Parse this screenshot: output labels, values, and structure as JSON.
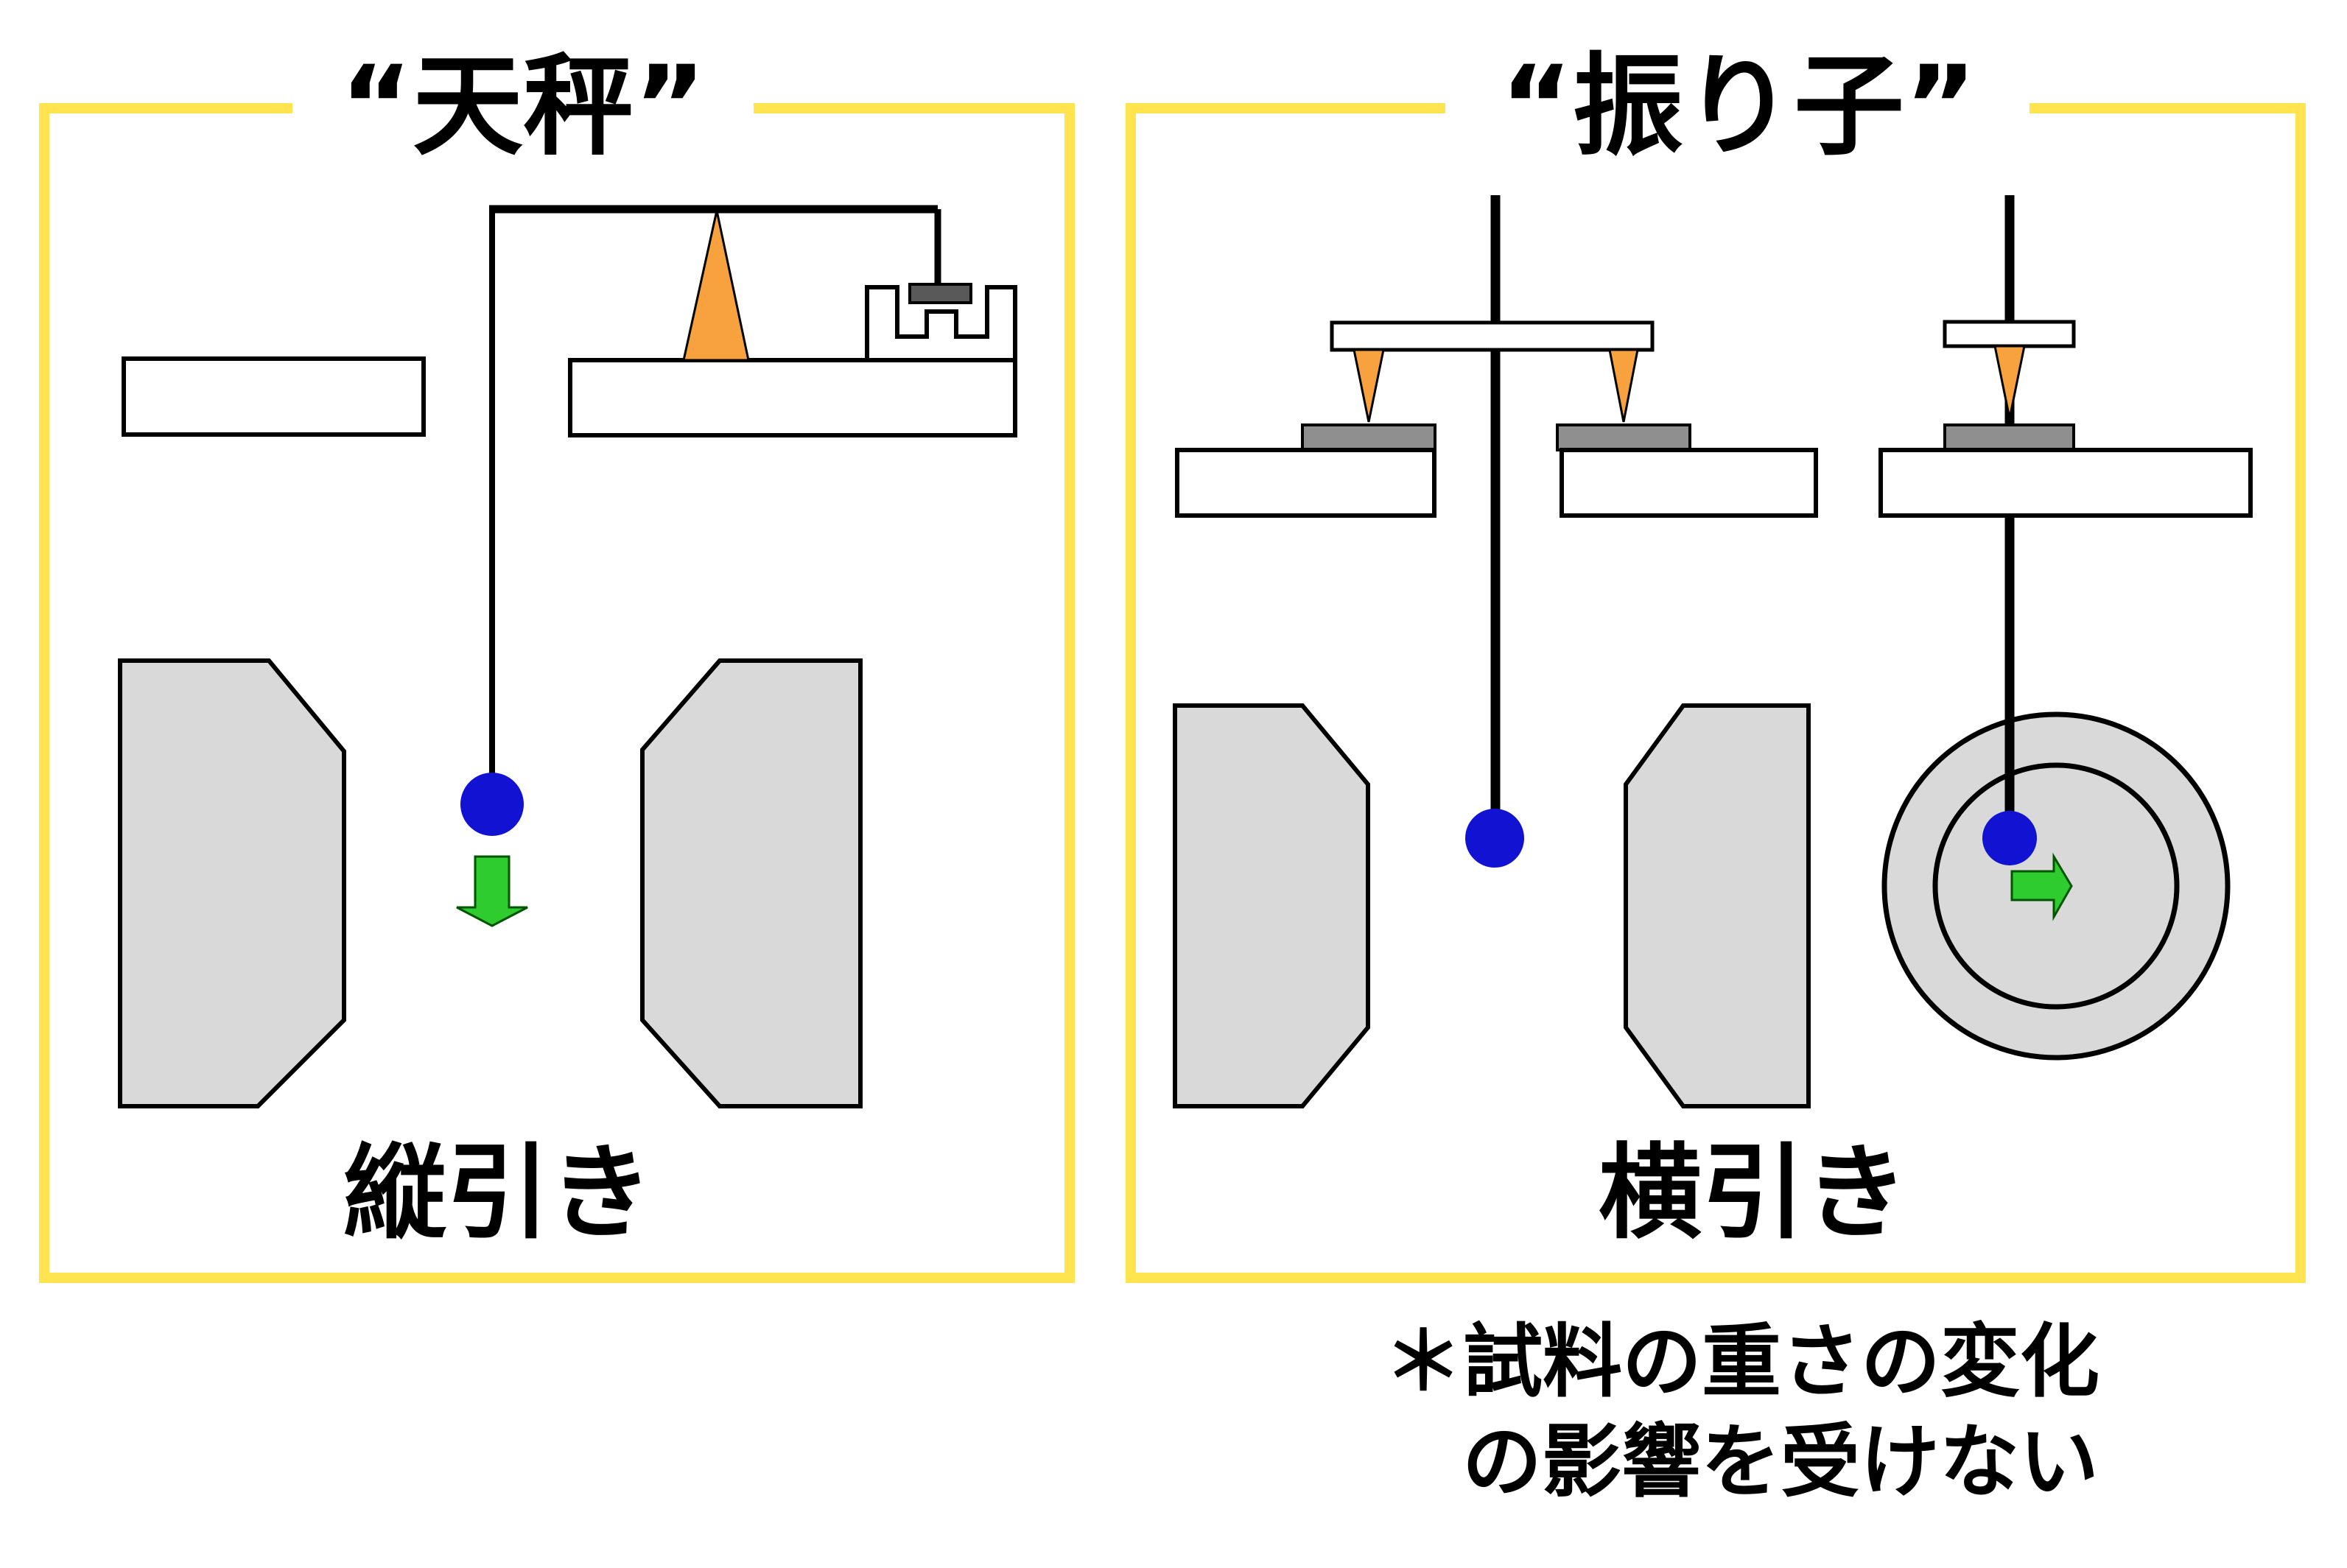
{
  "left_panel": {
    "title": "“天秤”",
    "caption": "縦引き"
  },
  "right_panel": {
    "title": "“振り子”",
    "caption": "横引き"
  },
  "note": {
    "line1": "＊試料の重さの変化",
    "line2": "の影響を受けない"
  },
  "colors": {
    "frame_yellow": "#FFE44F",
    "cone_orange": "#F7A13F",
    "bob_blue": "#1212D2",
    "arrow_green": "#2FCC2F",
    "arrow_outline_green": "#005500",
    "pole_gray": "#D9D9D9",
    "pad_gray": "#8F8F8F",
    "sensor_dark_gray": "#595959",
    "outline_black": "#000000"
  }
}
